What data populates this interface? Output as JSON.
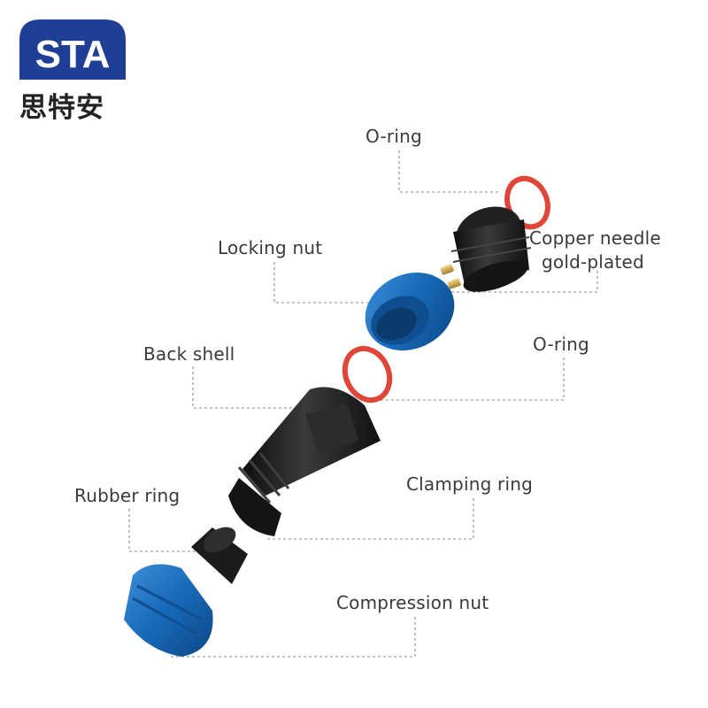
{
  "logo": {
    "text_en": "STA",
    "text_cn": "思特安",
    "color": "#1e3f95"
  },
  "labels": {
    "o_ring_top": "O-ring",
    "copper_needle_line1": "Copper needle",
    "copper_needle_line2": "gold-plated",
    "locking_nut": "Locking nut",
    "o_ring_mid": "O-ring",
    "back_shell": "Back shell",
    "clamping_ring": "Clamping ring",
    "rubber_ring": "Rubber ring",
    "compression_nut": "Compression nut"
  },
  "colors": {
    "blue_part": "#1769b8",
    "black_part": "#1c1c1c",
    "o_ring": "#e04638",
    "pin": "#c9a24a"
  }
}
